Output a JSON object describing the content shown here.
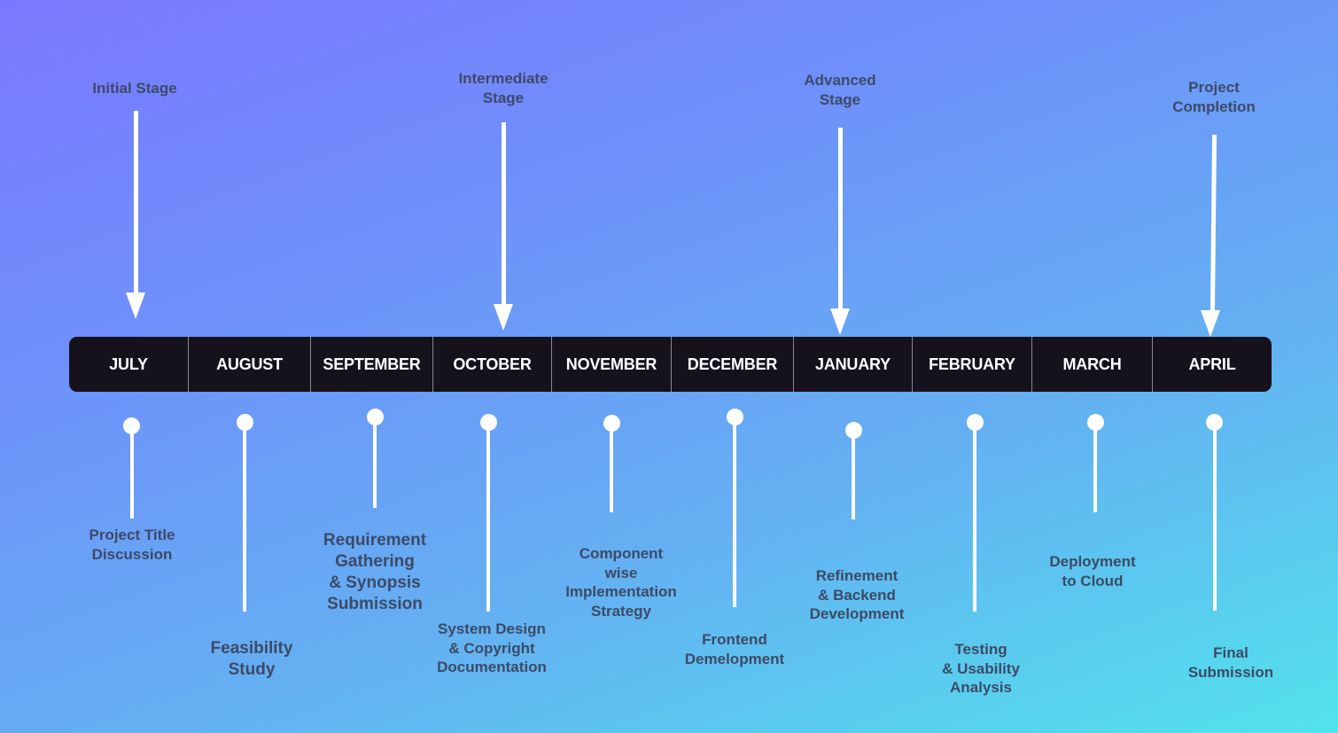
{
  "stages": [
    {
      "lines": [
        "Initial Stage"
      ]
    },
    {
      "lines": [
        "Intermediate",
        "Stage"
      ]
    },
    {
      "lines": [
        "Advanced",
        "Stage"
      ]
    },
    {
      "lines": [
        "Project",
        "Completion"
      ]
    }
  ],
  "months": [
    "JULY",
    "AUGUST",
    "SEPTEMBER",
    "OCTOBER",
    "NOVEMBER",
    "DECEMBER",
    "JANUARY",
    "FEBRUARY",
    "MARCH",
    "APRIL"
  ],
  "tasks": [
    {
      "lines": [
        "Project Title",
        "Discussion"
      ]
    },
    {
      "lines": [
        "Feasibility",
        "Study"
      ]
    },
    {
      "lines": [
        "Requirement",
        "Gathering",
        "& Synopsis",
        "Submission"
      ]
    },
    {
      "lines": [
        "System Design",
        "& Copyright",
        "Documentation"
      ]
    },
    {
      "lines": [
        "Component",
        "wise",
        "Implementation",
        "Strategy"
      ]
    },
    {
      "lines": [
        "Frontend",
        "Demelopment"
      ]
    },
    {
      "lines": [
        "Refinement",
        "&  Backend",
        "Development"
      ]
    },
    {
      "lines": [
        "Testing",
        "& Usability",
        "Analysis"
      ]
    },
    {
      "lines": [
        "Deployment",
        "to Cloud"
      ]
    },
    {
      "lines": [
        "Final",
        "Submission"
      ]
    }
  ],
  "colors": {
    "bar": "#15121c",
    "label_text": "#3d4a66",
    "gradient_start": "#7b78ff",
    "gradient_end": "#52e3ec"
  }
}
